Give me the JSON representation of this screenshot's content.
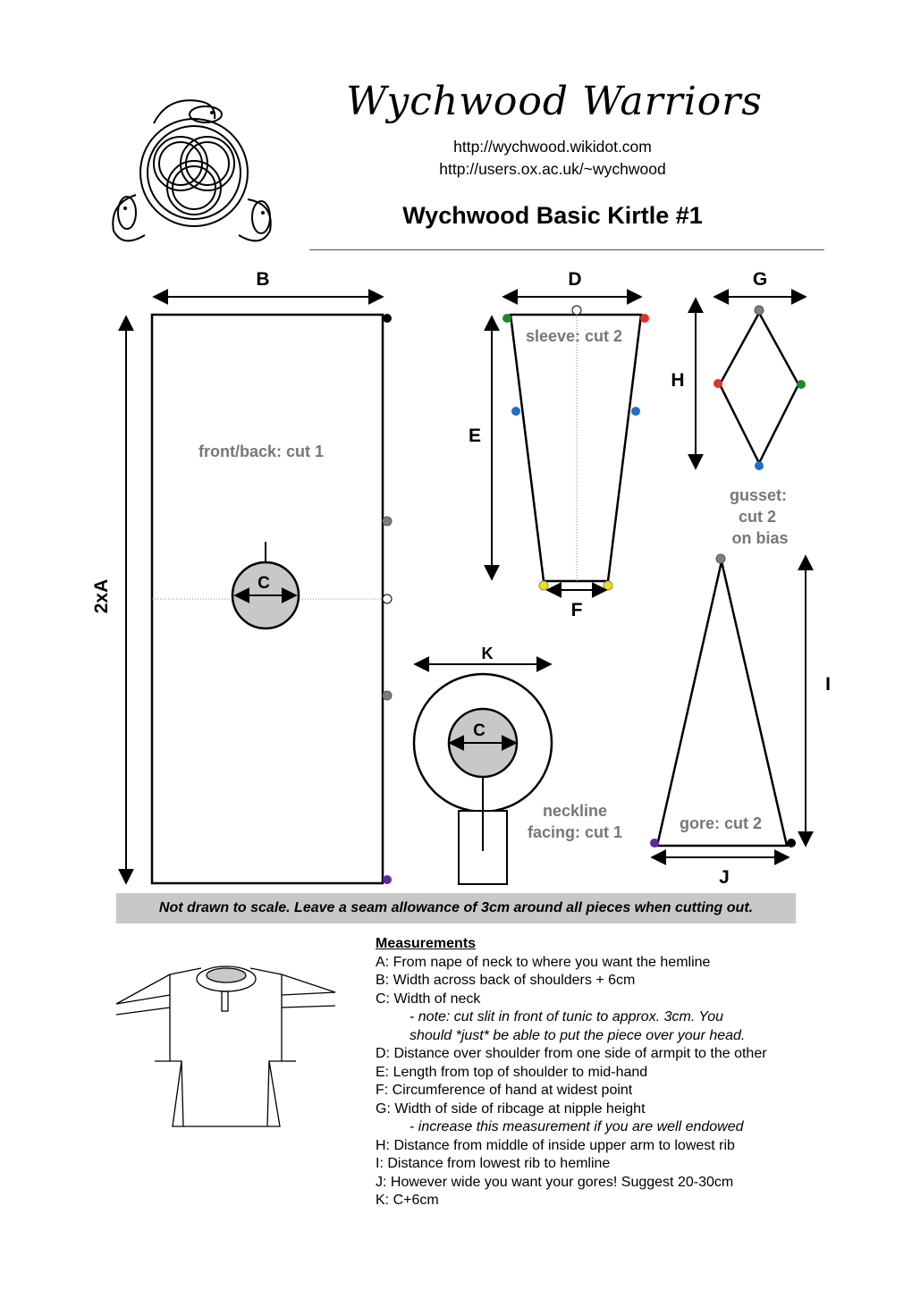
{
  "header": {
    "site_title": "Wychwood Warriors",
    "url_1": "http://wychwood.wikidot.com",
    "url_2": "http://users.ox.ac.uk/~wychwood",
    "doc_title": "Wychwood Basic Kirtle #1"
  },
  "logo": {
    "icon": "celtic-serpent-knot-logo"
  },
  "diagram": {
    "labels": {
      "b": "B",
      "d": "D",
      "g": "G",
      "h": "H",
      "e": "E",
      "two_a": "2xA",
      "c1": "C",
      "c2": "C",
      "f": "F",
      "k": "K",
      "i": "I",
      "j": "J"
    },
    "pieces": {
      "front_back": "front/back: cut 1",
      "sleeve": "sleeve: cut 2",
      "gusset_1": "gusset:",
      "gusset_2": "cut 2",
      "gusset_3": "on bias",
      "neckline_1": "neckline",
      "neckline_2": "facing: cut 1",
      "gore": "gore: cut 2"
    },
    "marker_colors": {
      "black": "#000000",
      "grey": "#7f7f7f",
      "white": "#ffffff",
      "blue": "#1e6fc8",
      "red": "#e03030",
      "green": "#1b8a2a",
      "yellow": "#f0e010",
      "purple": "#5a2aa0"
    },
    "fill_grey": "#c8c8c8"
  },
  "note": "Not drawn to scale. Leave a seam allowance of 3cm around all pieces when cutting out.",
  "measurements": {
    "heading": "Measurements",
    "a": "A: From nape of neck to where you want the hemline",
    "b": "B: Width across back of shoulders + 6cm",
    "c": "C: Width of neck",
    "c_note_1": "- note: cut slit in front of tunic to approx. 3cm.  You",
    "c_note_2": "should *just* be able to put the piece over your head.",
    "d": "D: Distance over shoulder from one side of armpit to the other",
    "e": "E: Length from top of shoulder to mid-hand",
    "f": "F: Circumference of hand at widest point",
    "g": "G: Width of side of ribcage at nipple height",
    "g_note": "- increase this measurement if you are well endowed",
    "h": "H: Distance from middle of inside upper arm to lowest rib",
    "i": "I: Distance from lowest rib to hemline",
    "j": "J: However wide you want your gores! Suggest 20-30cm",
    "k": "K: C+6cm"
  },
  "illustration": {
    "icon": "kirtle-sketch-icon"
  }
}
